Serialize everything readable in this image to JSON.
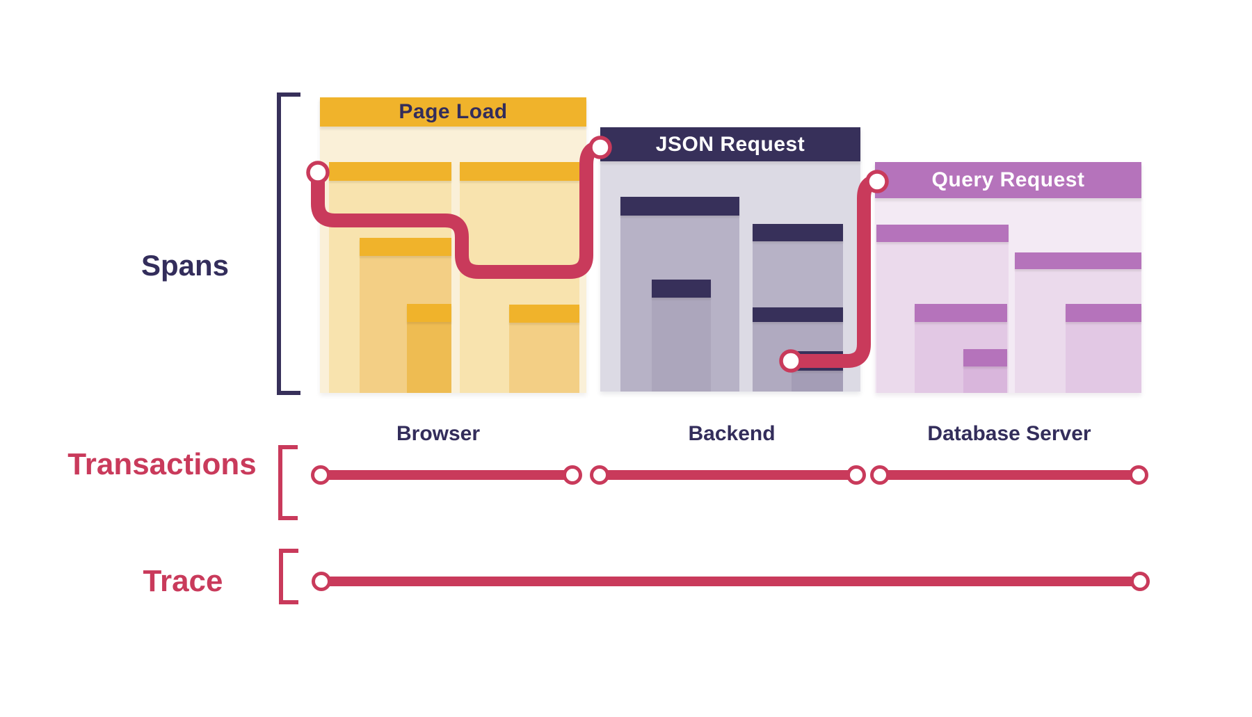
{
  "diagram": {
    "rows": {
      "spans_label": "Spans",
      "transactions_label": "Transactions",
      "trace_label": "Trace"
    },
    "panels": [
      {
        "title": "Page Load",
        "platform": "Browser"
      },
      {
        "title": "JSON Request",
        "platform": "Backend"
      },
      {
        "title": "Query Request",
        "platform": "Database Server"
      }
    ],
    "colors": {
      "accent_red": "#C93A5B",
      "navy": "#37305A",
      "navy_text": "#332D5B",
      "yellow_header": "#F0B32B",
      "yellow_panel_bg": "#FAF0D8",
      "yellow_bar": "#F8E3AE",
      "yellow_bar_mid": "#F3CF85",
      "yellow_bar_deep": "#EEBC52",
      "backend_panel_bg": "#DCDAE4",
      "backend_bar": "#B7B2C6",
      "backend_bar_deep": "#ACA6BC",
      "purple_header": "#B573BB",
      "purple_panel_bg": "#F3EAF4",
      "purple_bar": "#EBDAEC",
      "purple_bar_mid": "#E2C8E4",
      "purple_bar_deep": "#D9B6DC",
      "white": "#FFFFFF"
    }
  }
}
